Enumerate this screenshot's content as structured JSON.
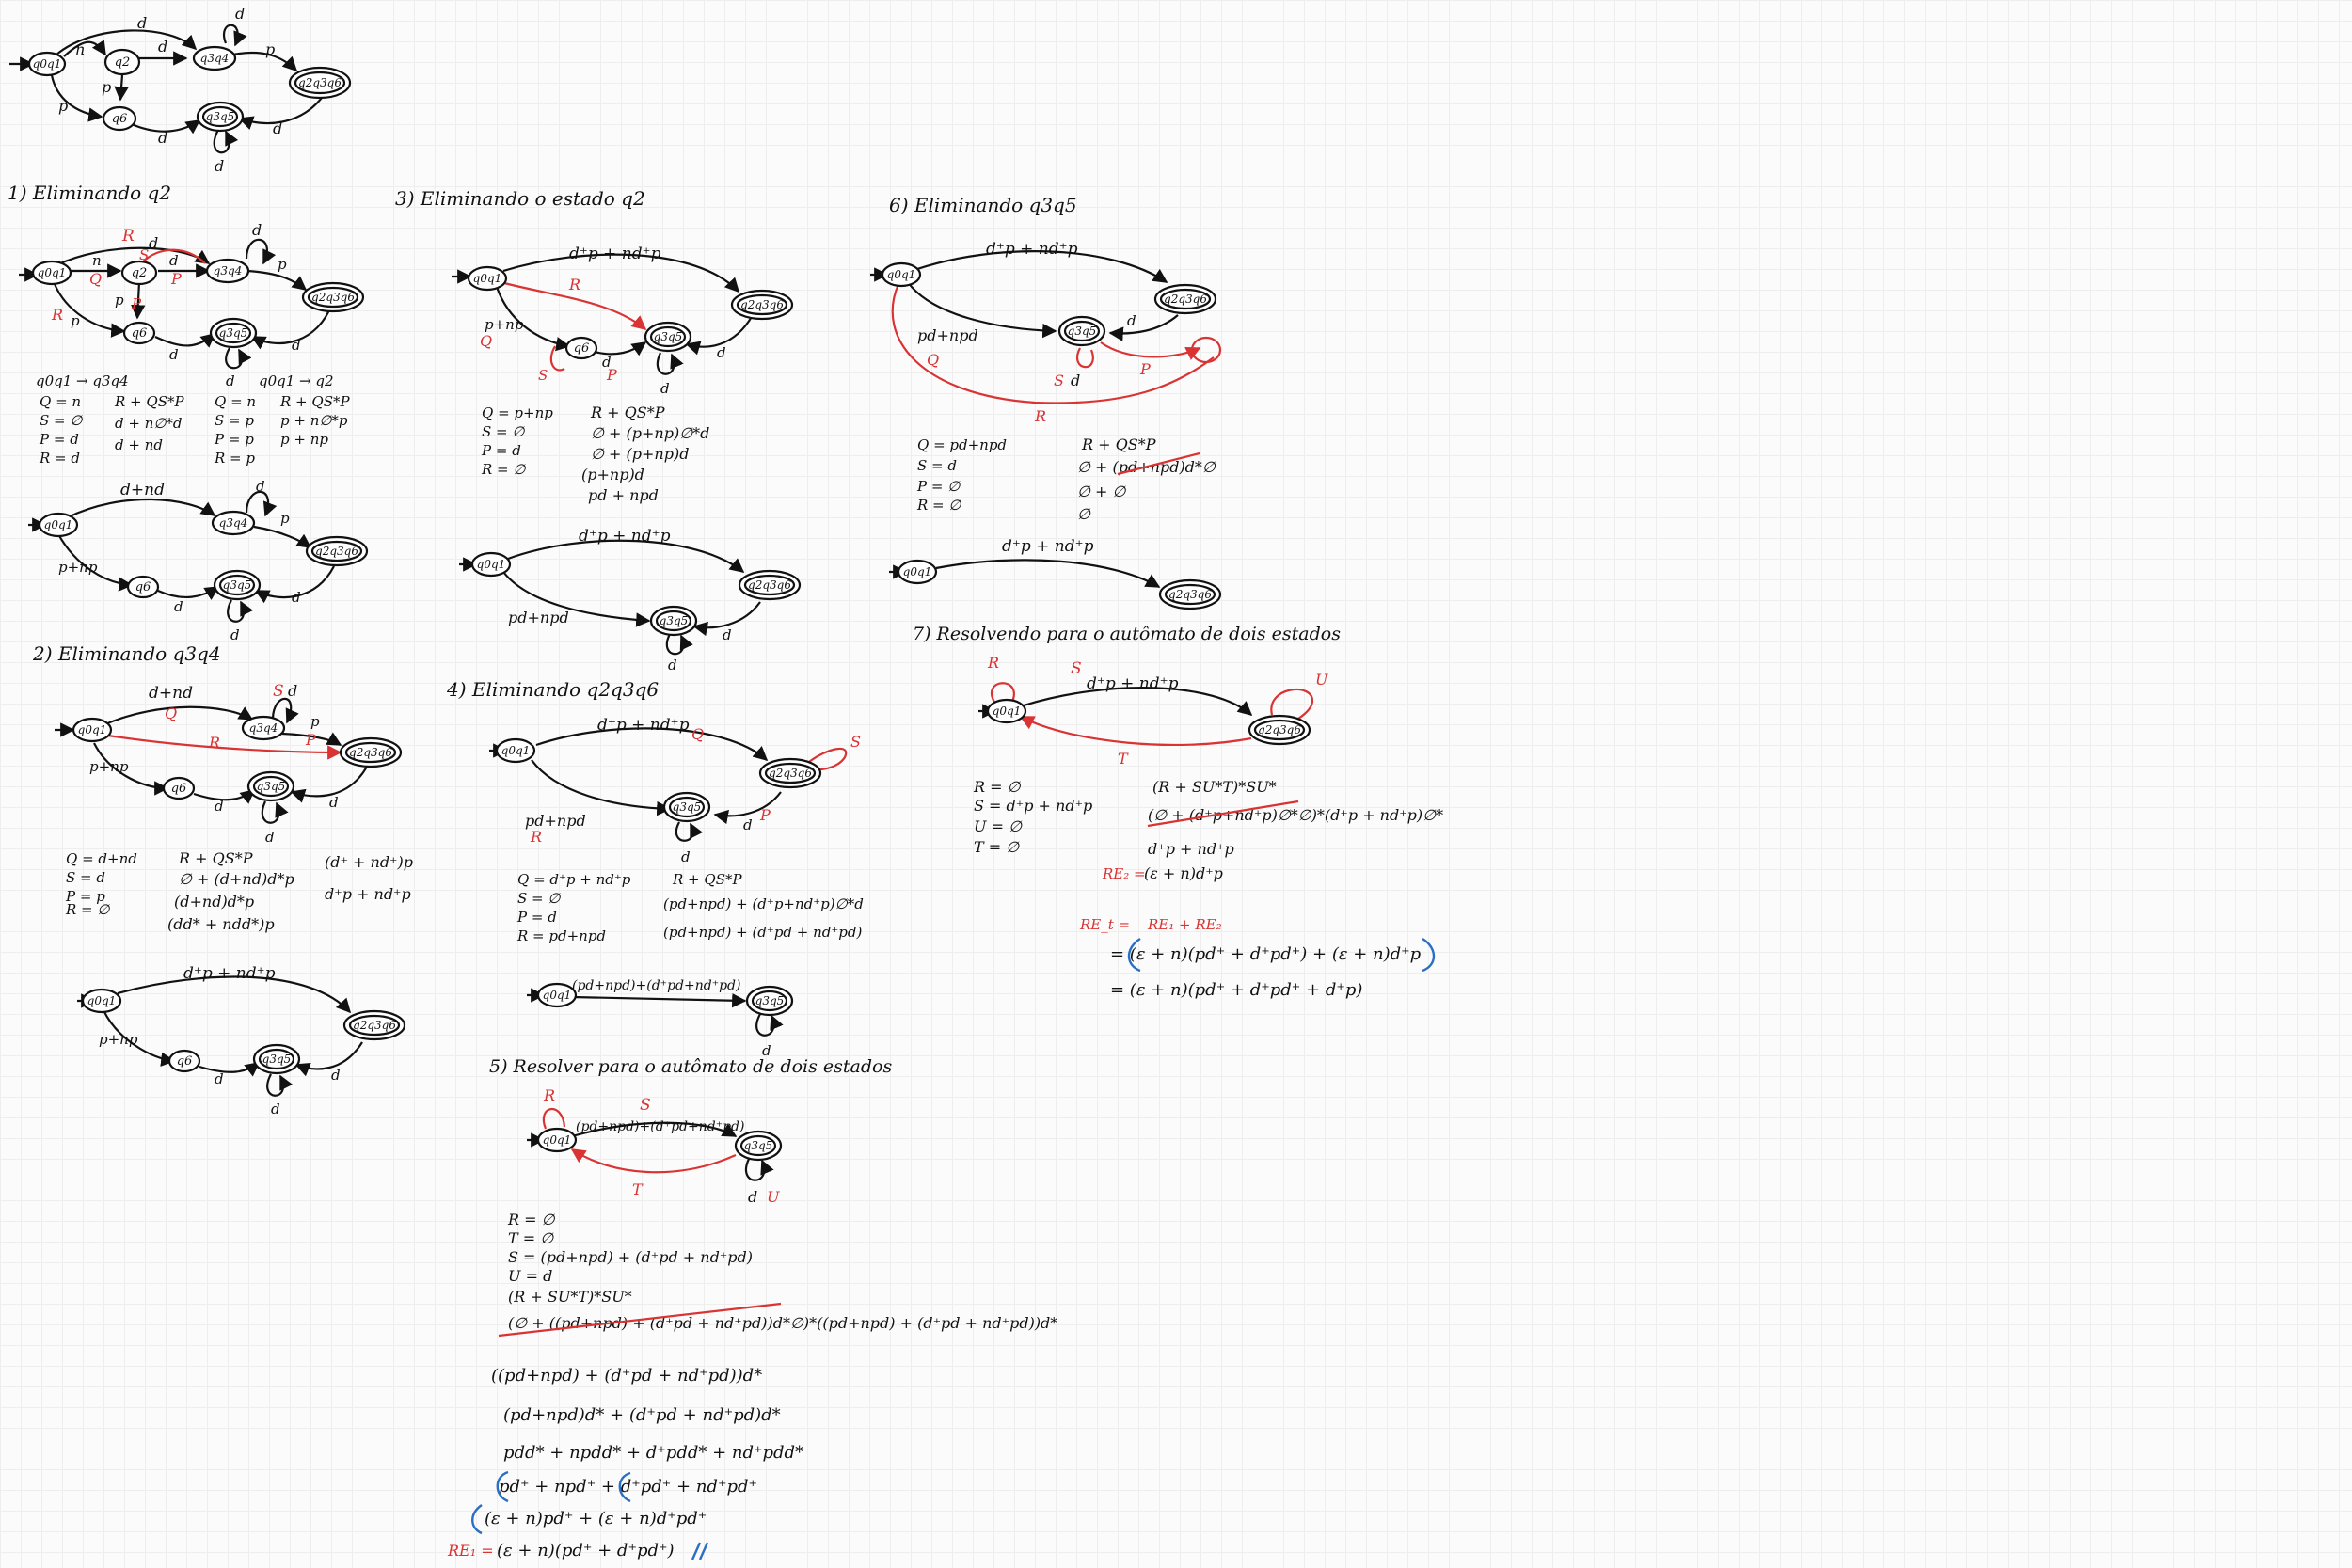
{
  "colors": {
    "ink": "#111111",
    "red": "#d93333",
    "blue": "#2a6fc4",
    "paper": "#fbfbfb"
  },
  "states": {
    "q0q1": "q0q1",
    "q2": "q2",
    "q3q4": "q3q4",
    "q6": "q6",
    "q3q5": "q3q5",
    "q2q3q6": "q2q3q6"
  },
  "symbols": {
    "d": "d",
    "n": "n",
    "p": "p",
    "R": "R",
    "Q": "Q",
    "S": "S",
    "P": "P",
    "T": "T",
    "U": "U",
    "dpnd": "d+nd",
    "pnp": "p+np",
    "dplus_p_nd_p": "d⁺p + nd⁺p",
    "pd_npd": "pd+npd",
    "loop_label": "(pd+npd)+(d⁺pd+nd⁺pd)"
  },
  "headings": {
    "s1": "1) Eliminando q2",
    "s2": "2) Eliminando q3q4",
    "s3": "3) Eliminando o estado q2",
    "s4": "4) Eliminando q2q3q6",
    "s5": "5) Resolver para o autômato de dois estados",
    "s6": "6) Eliminando q3q5",
    "s7": "7) Resolvendo para o autômato de dois estados"
  },
  "s1": {
    "h1": "q0q1 → q3q4",
    "h2": "q0q1 → q2",
    "left": [
      "Q = n",
      "S = ∅",
      "P = d",
      "R = d"
    ],
    "mid": [
      "R + QS*P",
      "d + n∅*d",
      "d + nd"
    ],
    "right1": [
      "Q = n",
      "S = p",
      "P = p",
      "R = p"
    ],
    "right2": [
      "R + QS*P",
      "p + n∅*p",
      "p + np"
    ]
  },
  "s2": {
    "left": [
      "Q = d+nd",
      "S = d",
      "P = p",
      "R = ∅"
    ],
    "mid": [
      "R + QS*P",
      "∅ + (d+nd)d*p",
      "(d+nd)d*p",
      "(dd* + ndd*)p"
    ],
    "right": [
      "(d⁺ + nd⁺)p",
      "d⁺p + nd⁺p"
    ]
  },
  "s3": {
    "left": [
      "Q = p+np",
      "S = ∅",
      "P = d",
      "R = ∅"
    ],
    "right": [
      "R + QS*P",
      "∅ + (p+np)∅*d",
      "∅ + (p+np)d",
      "(p+np)d",
      "pd + npd"
    ]
  },
  "s4": {
    "left": [
      "Q = d⁺p + nd⁺p",
      "S = ∅",
      "P = d",
      "R = pd+npd"
    ],
    "right": [
      "R + QS*P",
      "(pd+npd) + (d⁺p+nd⁺p)∅*d",
      "(pd+npd) + (d⁺pd + nd⁺pd)"
    ]
  },
  "s5": {
    "lines": [
      "R = ∅",
      "T = ∅",
      "S = (pd+npd) + (d⁺pd + nd⁺pd)",
      "U = d",
      "(R + SU*T)*SU*"
    ],
    "strike": "(∅ + ((pd+npd) + (d⁺pd + nd⁺pd))d*∅)*((pd+npd) + (d⁺pd + nd⁺pd))d*",
    "steps": [
      "((pd+npd) + (d⁺pd + nd⁺pd))d*",
      "(pd+npd)d* + (d⁺pd + nd⁺pd)d*",
      "pdd* + npdd* + d⁺pdd* + nd⁺pdd*",
      "pd⁺ + npd⁺ + d⁺pd⁺ + nd⁺pd⁺",
      "(ε + n)pd⁺ + (ε + n)d⁺pd⁺"
    ],
    "final_label": "RE₁ =",
    "final": "(ε + n)(pd⁺ + d⁺pd⁺)"
  },
  "s6": {
    "left": [
      "Q = pd+npd",
      "S = d",
      "P = ∅",
      "R = ∅"
    ],
    "right": [
      "R + QS*P",
      "∅ + (pd+npd)d*∅",
      "∅ + ∅",
      "∅"
    ]
  },
  "s7": {
    "left": [
      "R = ∅",
      "S = d⁺p + nd⁺p",
      "U = ∅",
      "T = ∅"
    ],
    "right": [
      "(R + SU*T)*SU*",
      "(∅ + (d⁺p+nd⁺p)∅*∅)*(d⁺p + nd⁺p)∅*",
      "d⁺p + nd⁺p"
    ],
    "re2_label": "RE₂ =",
    "re2": "(ε + n)d⁺p",
    "ret_label": "RE_t =",
    "ret": "RE₁ + RE₂",
    "ret_steps": [
      "= (ε + n)(pd⁺ + d⁺pd⁺) + (ε + n)d⁺p",
      "= (ε + n)(pd⁺ + d⁺pd⁺ + d⁺p)"
    ]
  }
}
